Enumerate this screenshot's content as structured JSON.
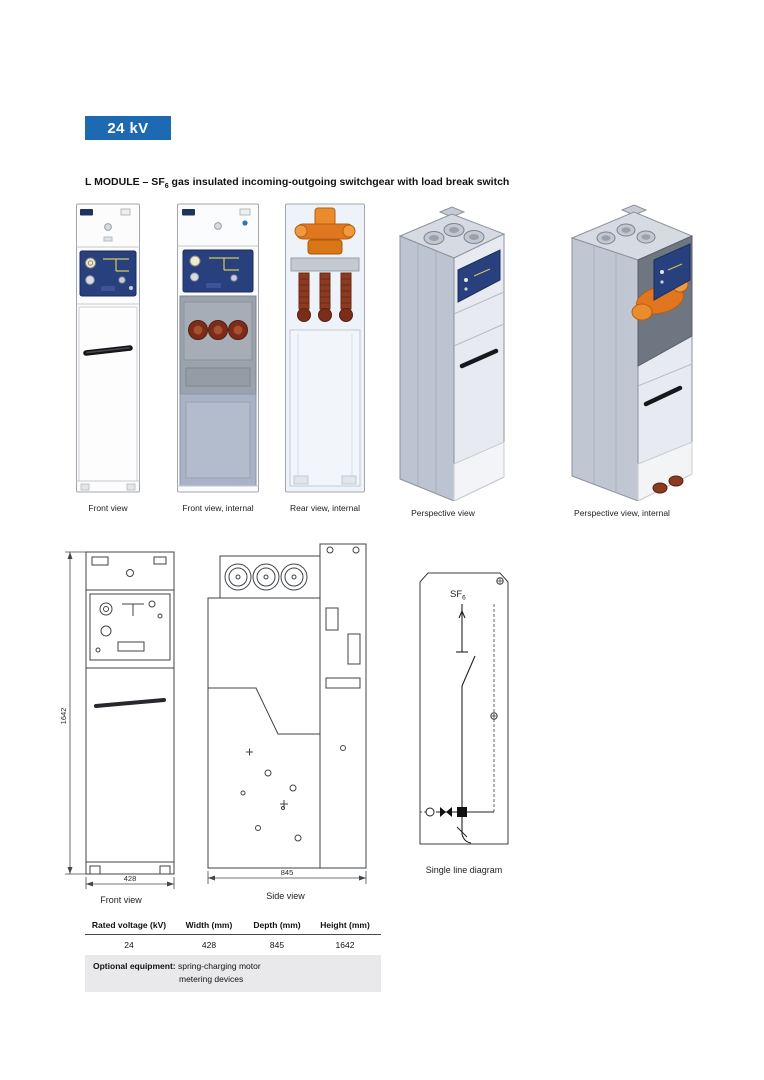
{
  "page": {
    "badge_label": "24 kV",
    "title": {
      "prefix": "L MODULE – SF",
      "sub": "6",
      "suffix": " gas insulated incoming-outgoing switchgear with load break switch"
    }
  },
  "product_views": [
    {
      "caption": "Front view"
    },
    {
      "caption": "Front view, internal"
    },
    {
      "caption": "Rear view, internal"
    },
    {
      "caption": "Perspective view"
    },
    {
      "caption": "Perspective view, internal"
    }
  ],
  "drawings": {
    "front": {
      "caption": "Front view",
      "height_dim": "1642",
      "width_dim": "428"
    },
    "side": {
      "caption": "Side view",
      "depth_dim": "845"
    },
    "sld": {
      "caption": "Single line diagram",
      "gas_label": "SF",
      "gas_label_sub": "6"
    }
  },
  "spec_table": {
    "headers": [
      "Rated voltage (kV)",
      "Width (mm)",
      "Depth (mm)",
      "Height (mm)"
    ],
    "values": [
      "24",
      "428",
      "845",
      "1642"
    ],
    "optional_label": "Optional equipment:",
    "optional_items": [
      "spring-charging motor",
      "metering devices"
    ]
  },
  "colors": {
    "badge_blue": "#1d6ab3",
    "panel_navy": "#28407e",
    "mechanism_orange": "#e0761f",
    "insulator_brown": "#8c3a22"
  }
}
